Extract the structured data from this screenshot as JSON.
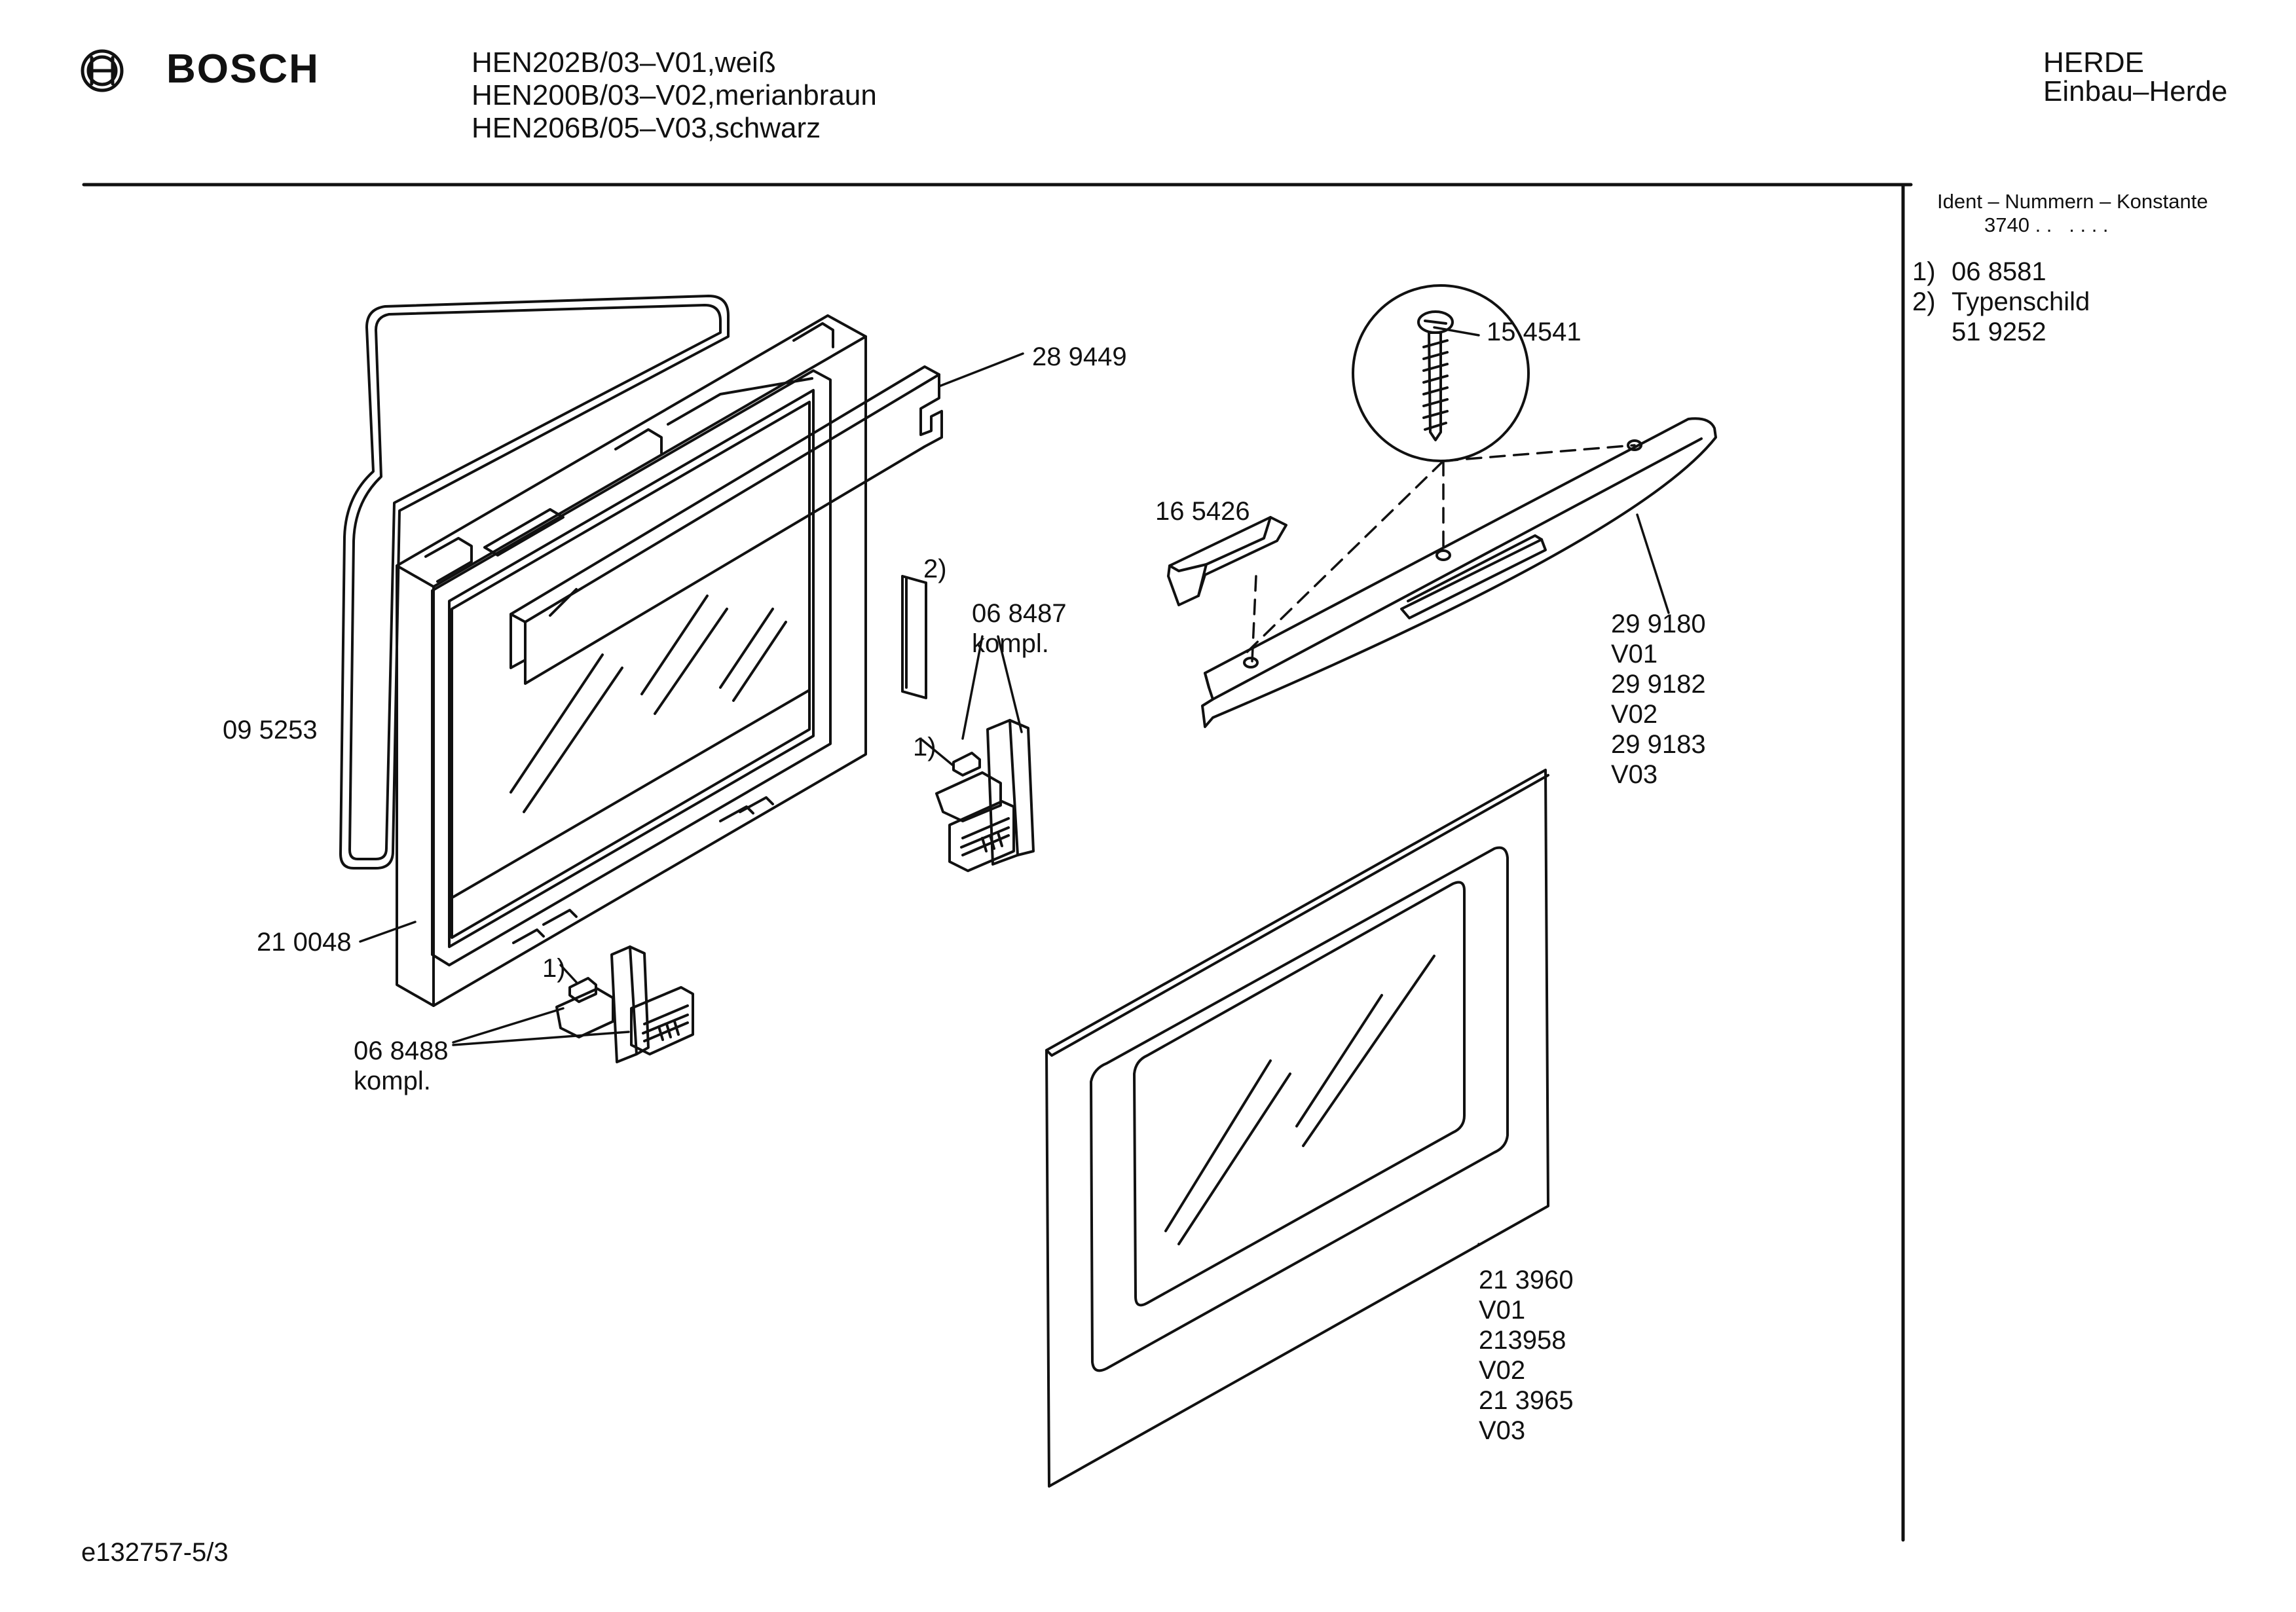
{
  "header": {
    "brand": "BOSCH",
    "models": [
      "HEN202B/03–V01,weiß",
      "HEN200B/03–V02,merianbraun",
      "HEN206B/05–V03,schwarz"
    ],
    "category": [
      "HERDE",
      "Einbau–Herde"
    ]
  },
  "sidebar": {
    "ident_title": "Ident – Nummern – Konstante",
    "ident_value": "3740 . .   . . . .",
    "notes": [
      {
        "num": "1)",
        "lines": [
          "06 8581"
        ]
      },
      {
        "num": "2)",
        "lines": [
          "Typenschild",
          "51 9252"
        ]
      }
    ]
  },
  "parts": {
    "p289449": "28 9449",
    "p154541": "15 4541",
    "p165426": "16 5426",
    "note2_marker": "2)",
    "p068487": [
      "06 8487",
      "kompl."
    ],
    "p095253": "09 5253",
    "p299180": [
      "29 9180",
      "V01",
      "29 9182",
      "V02",
      "29 9183",
      "V03"
    ],
    "note1_marker_a": "1)",
    "p210048": "21 0048",
    "note1_marker_b": "1)",
    "p068488": [
      "06 8488",
      "kompl."
    ],
    "p213960": [
      "21 3960",
      "V01",
      "213958",
      "V02",
      "21 3965",
      "V03"
    ]
  },
  "footer": {
    "doc_id": "e132757-5/3"
  }
}
